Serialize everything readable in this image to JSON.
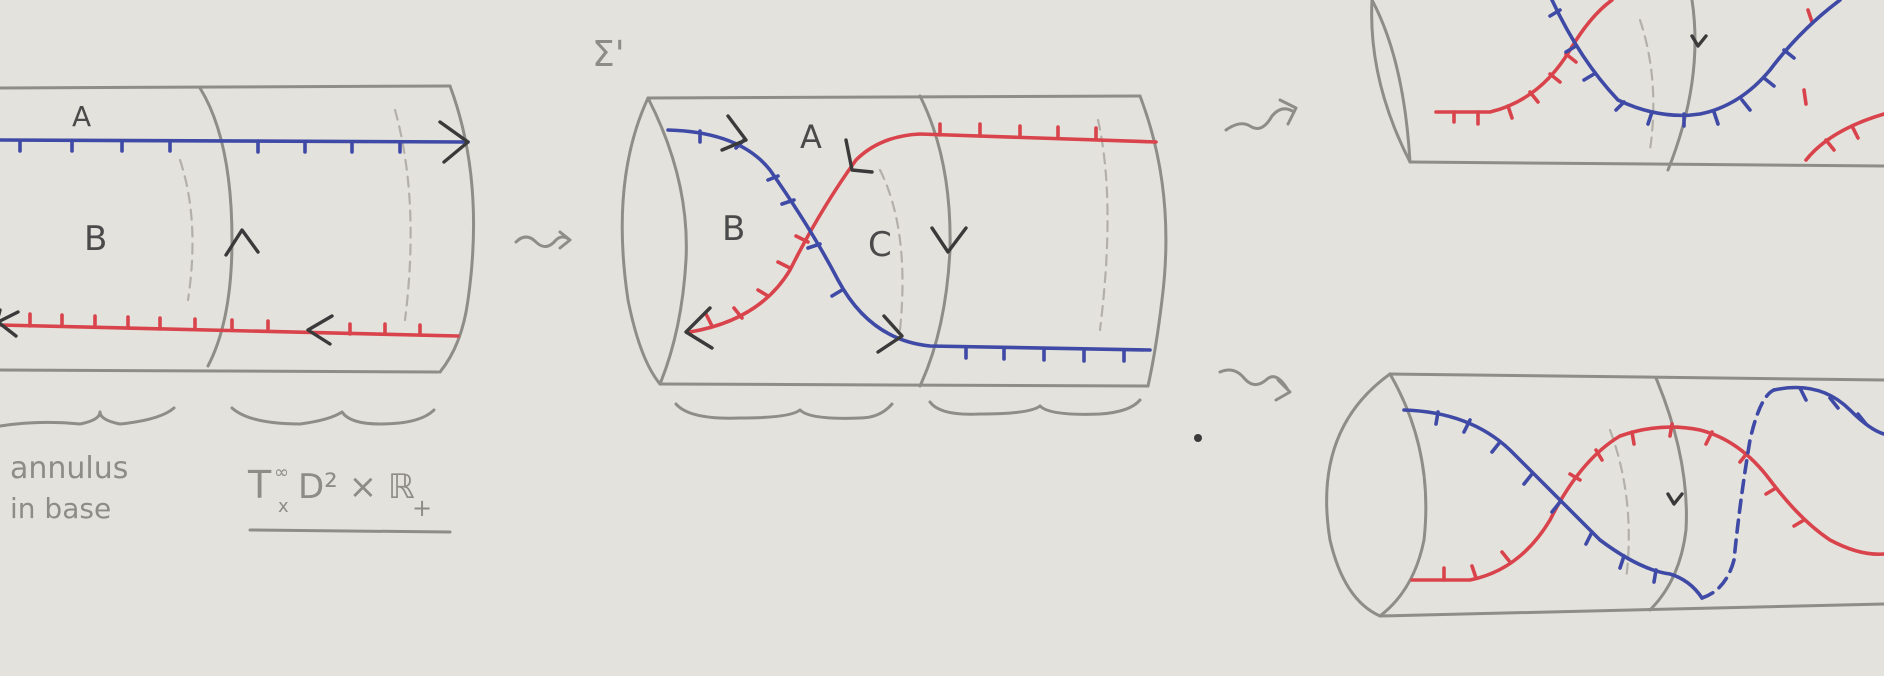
{
  "labels": {
    "region_a": "A",
    "region_b": "B",
    "region_c": "C",
    "sigma_prime": "Σ'",
    "annulus_line1": "annulus",
    "annulus_line2": "in base",
    "product_space": "T",
    "product_sup": "∞",
    "product_sub": "x",
    "product_rest": "D² × ℝ",
    "product_plus": "+"
  },
  "colors": {
    "paper": "#e4e2dc",
    "pencil": "#8f8d88",
    "red_curve": "#d9444c",
    "blue_curve": "#3f4aa6",
    "ink": "#3a3a3a"
  }
}
